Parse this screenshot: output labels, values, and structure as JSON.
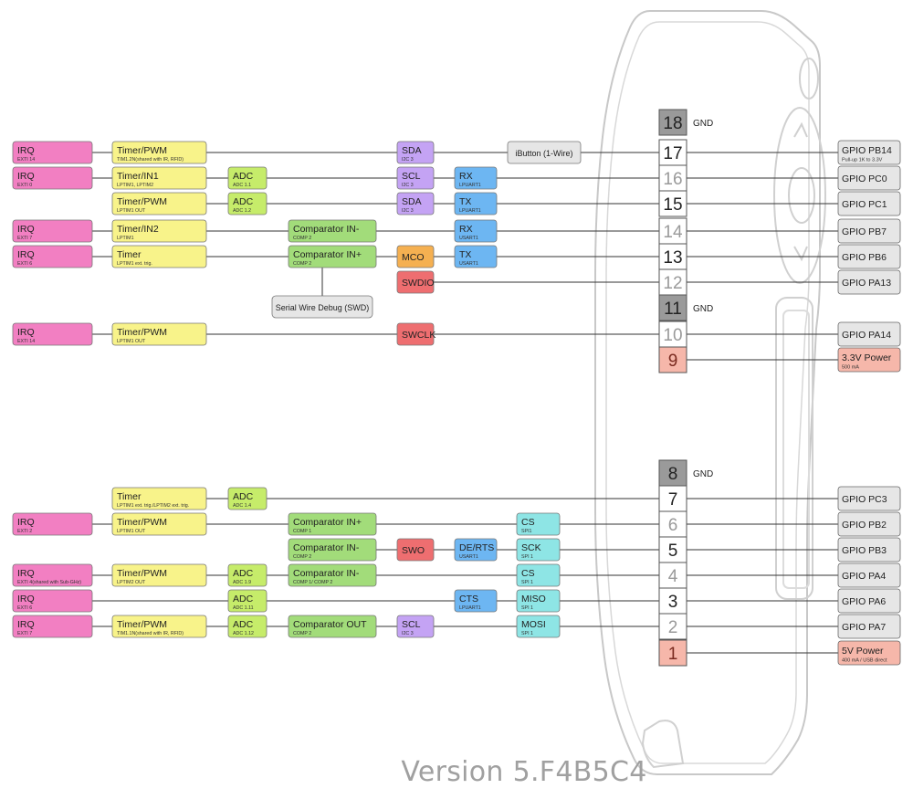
{
  "gnd_label": "GND",
  "version": "Version 5.F4B5C4",
  "colors": {
    "irq": "#f27fc2",
    "timer": "#f8f38a",
    "adc": "#c6ec6a",
    "comp": "#a2dc7a",
    "i2c": "#c4a3f4",
    "uart": "#6db6f2",
    "mco": "#f5b051",
    "swd": "#ee6e70",
    "spi": "#8ee5e5",
    "neutral": "#e6e6e6",
    "power": "#f6b7aa",
    "gnd": "#9a9a9a",
    "line": "#333333"
  },
  "pins": [
    {
      "num": "18",
      "style": "gnd",
      "gnd": true
    },
    {
      "num": "17",
      "style": "strong",
      "right": {
        "label": "GPIO PB14",
        "sub": "Pull-up 1K to 3.3V",
        "kind": "neutral"
      },
      "tags": [
        {
          "label": "IRQ",
          "sub": "EXTI 14",
          "kind": "irq",
          "col": "irq"
        },
        {
          "label": "Timer/PWM",
          "sub": "TIM1.2N(shared with IR, RFID)",
          "kind": "timer",
          "col": "timer"
        },
        {
          "label": "SDA",
          "sub": "I2C 3",
          "kind": "i2c",
          "col": "c435"
        },
        {
          "label": "iButton (1-Wire)",
          "sub": "",
          "kind": "neutral",
          "col": "ibutton"
        }
      ]
    },
    {
      "num": "16",
      "style": "light",
      "right": {
        "label": "GPIO PC0",
        "sub": "",
        "kind": "neutral"
      },
      "tags": [
        {
          "label": "IRQ",
          "sub": "EXTI 0",
          "kind": "irq",
          "col": "irq"
        },
        {
          "label": "Timer/IN1",
          "sub": "LPTIM1, LPTIM2",
          "kind": "timer",
          "col": "timer"
        },
        {
          "label": "ADC",
          "sub": "ADC 1.1",
          "kind": "adc",
          "col": "adc"
        },
        {
          "label": "SCL",
          "sub": "I2C 3",
          "kind": "i2c",
          "col": "c435"
        },
        {
          "label": "RX",
          "sub": "LPUART1",
          "kind": "uart",
          "col": "c498"
        }
      ]
    },
    {
      "num": "15",
      "style": "strong",
      "right": {
        "label": "GPIO PC1",
        "sub": "",
        "kind": "neutral"
      },
      "tags": [
        {
          "label": "Timer/PWM",
          "sub": "LPTIM1 OUT",
          "kind": "timer",
          "col": "timer"
        },
        {
          "label": "ADC",
          "sub": "ADC 1.2",
          "kind": "adc",
          "col": "adc"
        },
        {
          "label": "SDA",
          "sub": "I2C 3",
          "kind": "i2c",
          "col": "c435"
        },
        {
          "label": "TX",
          "sub": "LPUART1",
          "kind": "uart",
          "col": "c498"
        }
      ]
    },
    {
      "num": "14",
      "style": "light",
      "right": {
        "label": "GPIO PB7",
        "sub": "",
        "kind": "neutral"
      },
      "tags": [
        {
          "label": "IRQ",
          "sub": "EXTI 7",
          "kind": "irq",
          "col": "irq"
        },
        {
          "label": "Timer/IN2",
          "sub": "LPTIM1",
          "kind": "timer",
          "col": "timer"
        },
        {
          "label": "Comparator IN-",
          "sub": "COMP 2",
          "kind": "comp",
          "col": "comp"
        },
        {
          "label": "RX",
          "sub": "USART1",
          "kind": "uart",
          "col": "c498"
        }
      ]
    },
    {
      "num": "13",
      "style": "strong",
      "right": {
        "label": "GPIO PB6",
        "sub": "",
        "kind": "neutral"
      },
      "tags": [
        {
          "label": "IRQ",
          "sub": "EXTI 6",
          "kind": "irq",
          "col": "irq"
        },
        {
          "label": "Timer",
          "sub": "LPTIM1 ext. trig.",
          "kind": "timer",
          "col": "timer"
        },
        {
          "label": "Comparator IN+",
          "sub": "COMP 2",
          "kind": "comp",
          "col": "comp"
        },
        {
          "label": "MCO",
          "sub": "",
          "kind": "mco",
          "col": "c435"
        },
        {
          "label": "TX",
          "sub": "USART1",
          "kind": "uart",
          "col": "c498"
        }
      ]
    },
    {
      "num": "12",
      "style": "light",
      "right": {
        "label": "GPIO PA13",
        "sub": "",
        "kind": "neutral"
      },
      "tags": [
        {
          "label": "SWDIO",
          "sub": "",
          "kind": "swd",
          "col": "c435"
        }
      ]
    },
    {
      "num": "11",
      "style": "gnd",
      "gnd": true
    },
    {
      "num": "10",
      "style": "light",
      "right": {
        "label": "GPIO PA14",
        "sub": "",
        "kind": "neutral"
      },
      "tags": [
        {
          "label": "IRQ",
          "sub": "EXTI 14",
          "kind": "irq",
          "col": "irq"
        },
        {
          "label": "Timer/PWM",
          "sub": "LPTIM1 OUT",
          "kind": "timer",
          "col": "timer"
        },
        {
          "label": "SWCLK",
          "sub": "",
          "kind": "swd",
          "col": "c435"
        }
      ]
    },
    {
      "num": "9",
      "style": "power",
      "right": {
        "label": "3.3V Power",
        "sub": "500 mA",
        "kind": "power"
      },
      "tags": []
    },
    {
      "num": "8",
      "style": "gnd",
      "gnd": true
    },
    {
      "num": "7",
      "style": "strong",
      "right": {
        "label": "GPIO PC3",
        "sub": "",
        "kind": "neutral"
      },
      "tags": [
        {
          "label": "Timer",
          "sub": "LPTIM1 ext. trig./LPTIM2 ext. trig.",
          "kind": "timer",
          "col": "timer"
        },
        {
          "label": "ADC",
          "sub": "ADC 1.4",
          "kind": "adc",
          "col": "adc"
        }
      ]
    },
    {
      "num": "6",
      "style": "light",
      "right": {
        "label": "GPIO PB2",
        "sub": "",
        "kind": "neutral"
      },
      "tags": [
        {
          "label": "IRQ",
          "sub": "EXTI 2",
          "kind": "irq",
          "col": "irq"
        },
        {
          "label": "Timer/PWM",
          "sub": "LPTIM1 OUT",
          "kind": "timer",
          "col": "timer"
        },
        {
          "label": "Comparator IN+",
          "sub": "COMP 1",
          "kind": "comp",
          "col": "comp"
        },
        {
          "label": "CS",
          "sub": "SPI1",
          "kind": "spi",
          "col": "spi"
        }
      ]
    },
    {
      "num": "5",
      "style": "strong",
      "right": {
        "label": "GPIO PB3",
        "sub": "",
        "kind": "neutral"
      },
      "tags": [
        {
          "label": "Comparator IN-",
          "sub": "COMP 2",
          "kind": "comp",
          "col": "comp"
        },
        {
          "label": "SWO",
          "sub": "",
          "kind": "swd",
          "col": "c435"
        },
        {
          "label": "DE/RTS",
          "sub": "USART1",
          "kind": "uart",
          "col": "c498"
        },
        {
          "label": "SCK",
          "sub": "SPI 1",
          "kind": "spi",
          "col": "spi"
        }
      ]
    },
    {
      "num": "4",
      "style": "light",
      "right": {
        "label": "GPIO PA4",
        "sub": "",
        "kind": "neutral"
      },
      "tags": [
        {
          "label": "IRQ",
          "sub": "EXTI 4(shared with Sub-GHz)",
          "kind": "irq",
          "col": "irq"
        },
        {
          "label": "Timer/PWM",
          "sub": "LPTIM2 OUT",
          "kind": "timer",
          "col": "timer"
        },
        {
          "label": "ADC",
          "sub": "ADC 1.9",
          "kind": "adc",
          "col": "adc"
        },
        {
          "label": "Comparator IN-",
          "sub": "COMP 1/ COMP 2",
          "kind": "comp",
          "col": "comp"
        },
        {
          "label": "CS",
          "sub": "SPI 1",
          "kind": "spi",
          "col": "spi"
        }
      ]
    },
    {
      "num": "3",
      "style": "strong",
      "right": {
        "label": "GPIO PA6",
        "sub": "",
        "kind": "neutral"
      },
      "tags": [
        {
          "label": "IRQ",
          "sub": "EXTI 6",
          "kind": "irq",
          "col": "irq"
        },
        {
          "label": "ADC",
          "sub": "ADC 1.11",
          "kind": "adc",
          "col": "adc"
        },
        {
          "label": "CTS",
          "sub": "LPUART1",
          "kind": "uart",
          "col": "c498"
        },
        {
          "label": "MISO",
          "sub": "SPI 1",
          "kind": "spi",
          "col": "spi"
        }
      ]
    },
    {
      "num": "2",
      "style": "light",
      "right": {
        "label": "GPIO PA7",
        "sub": "",
        "kind": "neutral"
      },
      "tags": [
        {
          "label": "IRQ",
          "sub": "EXTI 7",
          "kind": "irq",
          "col": "irq"
        },
        {
          "label": "Timer/PWM",
          "sub": "TIM1.1N(shared with IR, RFID)",
          "kind": "timer",
          "col": "timer"
        },
        {
          "label": "ADC",
          "sub": "ADC 1.12",
          "kind": "adc",
          "col": "adc"
        },
        {
          "label": "Comparator OUT",
          "sub": "COMP 2",
          "kind": "comp",
          "col": "comp"
        },
        {
          "label": "SCL",
          "sub": "I2C 3",
          "kind": "i2c",
          "col": "c435"
        },
        {
          "label": "MOSI",
          "sub": "SPI 1",
          "kind": "spi",
          "col": "spi"
        }
      ]
    },
    {
      "num": "1",
      "style": "power",
      "right": {
        "label": "5V Power",
        "sub": "400 mA / USB direct",
        "kind": "power"
      },
      "tags": []
    }
  ],
  "swd_box": {
    "label": "Serial Wire Debug (SWD)",
    "kind": "neutral"
  }
}
